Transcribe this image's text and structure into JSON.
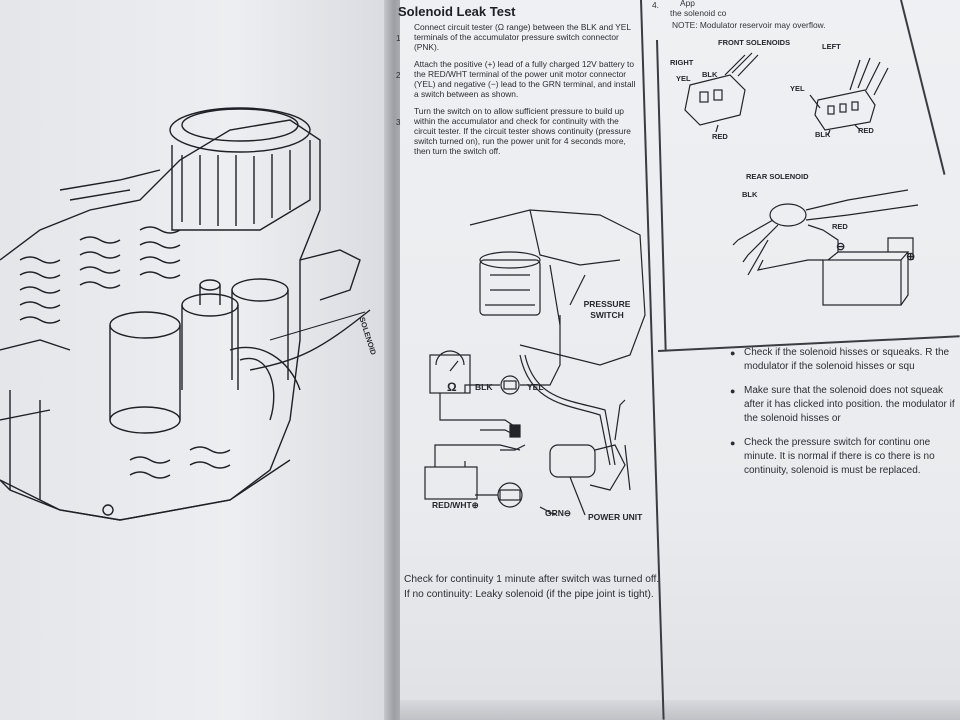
{
  "section": {
    "title": "Solenoid Leak Test",
    "steps": [
      {
        "num": "1",
        "text": "Connect circuit tester (Ω range) between the BLK and YEL terminals of the accumulator pressure switch connector (PNK)."
      },
      {
        "num": "2",
        "text": "Attach the positive (+) lead of a fully charged 12V battery to the RED/WHT terminal of the power unit motor connector (YEL) and negative (−) lead to the GRN terminal, and install a switch between as shown."
      },
      {
        "num": "3",
        "text": "Turn the switch on to allow sufficient pressure to build up within the accumulator and check for continuity with the circuit tester. If the circuit tester shows continuity (pressure switch turned on), run the power unit for 4 seconds more, then turn the switch off."
      }
    ],
    "check_text": "Check for continuity 1 minute after switch was turned off.",
    "result_text": "If no continuity: Leaky solenoid (if the pipe joint is tight)."
  },
  "center_diagram": {
    "pressure_switch": "PRESSURE SWITCH",
    "blk": "BLK",
    "yel": "YEL",
    "red_wht": "RED/WHT⊕",
    "grn": "GRN⊖",
    "power_unit": "POWER UNIT",
    "ohm": "Ω"
  },
  "left_page": {
    "solenoid_label": "SOLENOID"
  },
  "right_column": {
    "step_num": "4.",
    "step_fragment": "App",
    "line2": "the solenoid co",
    "note": "NOTE:  Modulator reservoir may overflow.",
    "front_solenoids": "FRONT SOLENOIDS",
    "right": "RIGHT",
    "left": "LEFT",
    "yel_r": "YEL",
    "blk_r": "BLK",
    "red_r": "RED",
    "yel_l": "YEL",
    "blk_l": "BLK",
    "red_l": "RED",
    "rear_solenoid": "REAR SOLENOID",
    "rear_blk": "BLK",
    "rear_red": "RED",
    "minus": "⊖",
    "plus": "⊕",
    "bullets": [
      "Check if the solenoid hisses or squeaks. R the modulator if the solenoid hisses or squ",
      "Make sure that the solenoid does not squeak after it has clicked into position. the modulator if the solenoid hisses or",
      "Check the pressure switch for continu one minute. It is normal if there is co there is no continuity, solenoid is must be replaced."
    ]
  }
}
